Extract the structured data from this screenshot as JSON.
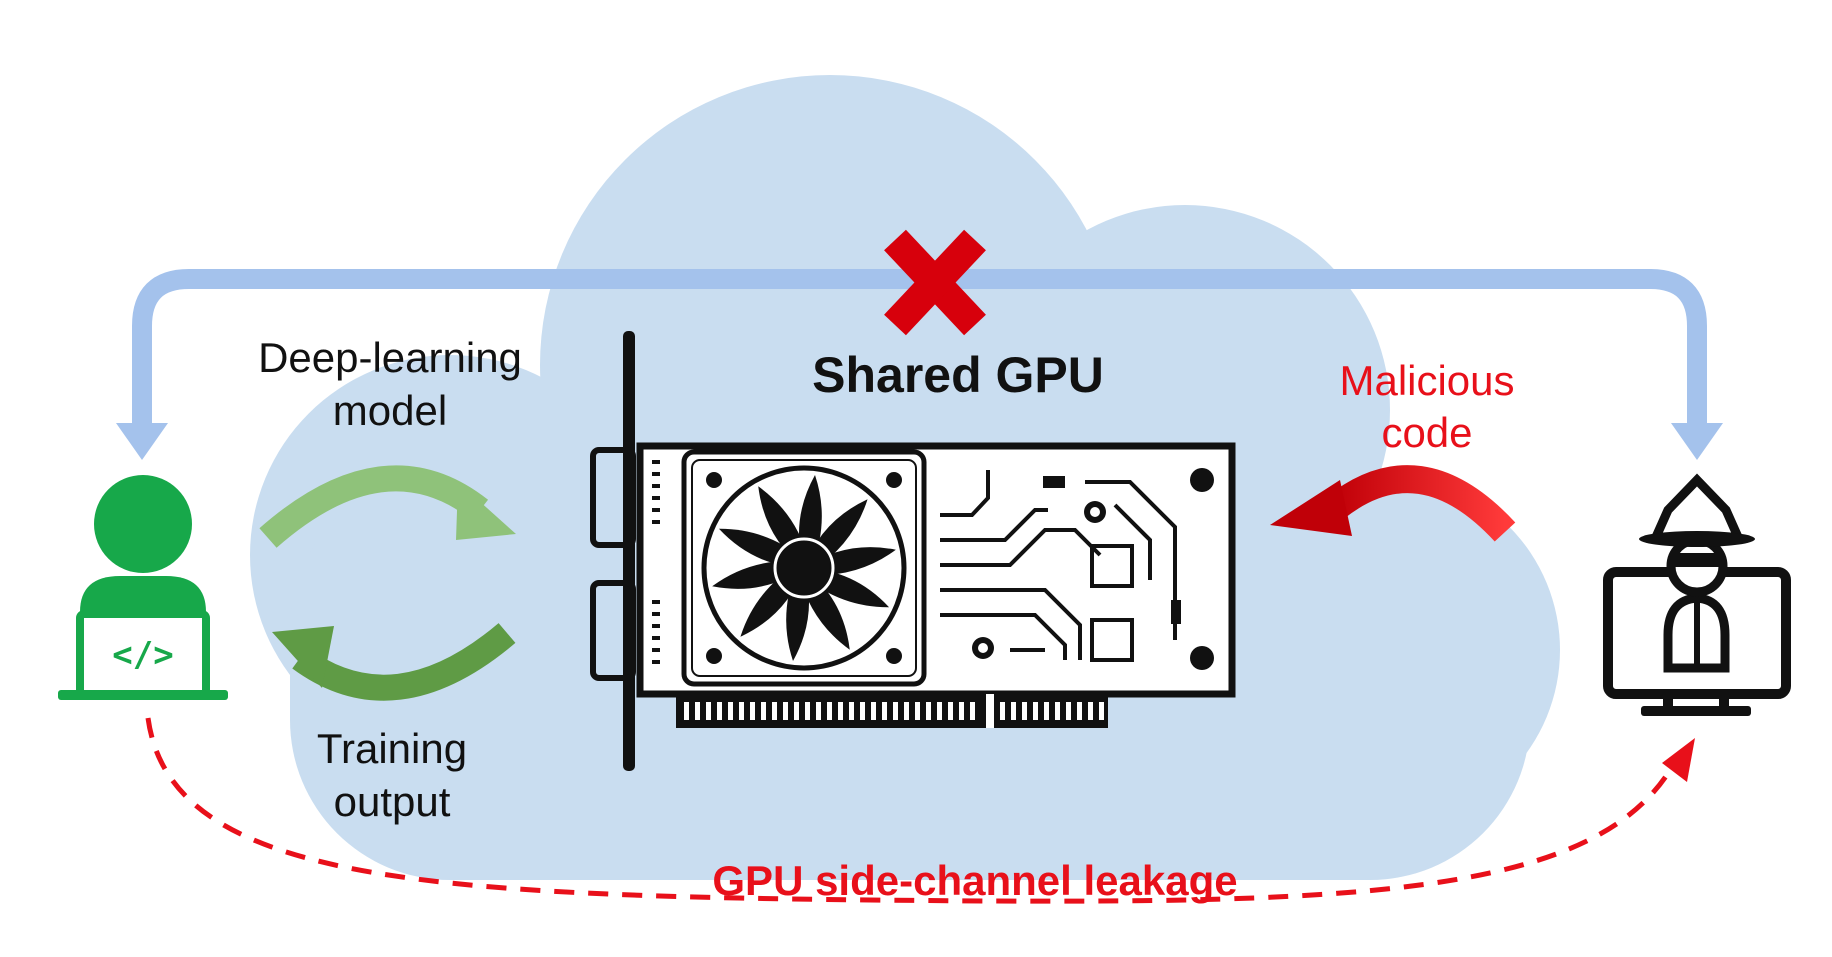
{
  "labels": {
    "shared_gpu": "Shared GPU",
    "deep_learning_line1": "Deep-learning",
    "deep_learning_line2": "model",
    "training_line1": "Training",
    "training_line2": "output",
    "malicious_line1": "Malicious",
    "malicious_line2": "code",
    "leakage": "GPU side-channel leakage"
  },
  "icons": {
    "victim": "developer-laptop-icon",
    "attacker": "hacker-monitor-icon",
    "gpu": "graphics-card-icon",
    "blocked": "red-x-icon",
    "cloud": "cloud-icon"
  },
  "colors": {
    "cloud": "#c9ddf0",
    "blue_arrow": "#a4c2ec",
    "green_light": "#8fc27a",
    "green_dark": "#5f9b45",
    "victim_green": "#17a84a",
    "red": "#e8101a",
    "dark_red": "#c4080c",
    "black": "#111111"
  }
}
